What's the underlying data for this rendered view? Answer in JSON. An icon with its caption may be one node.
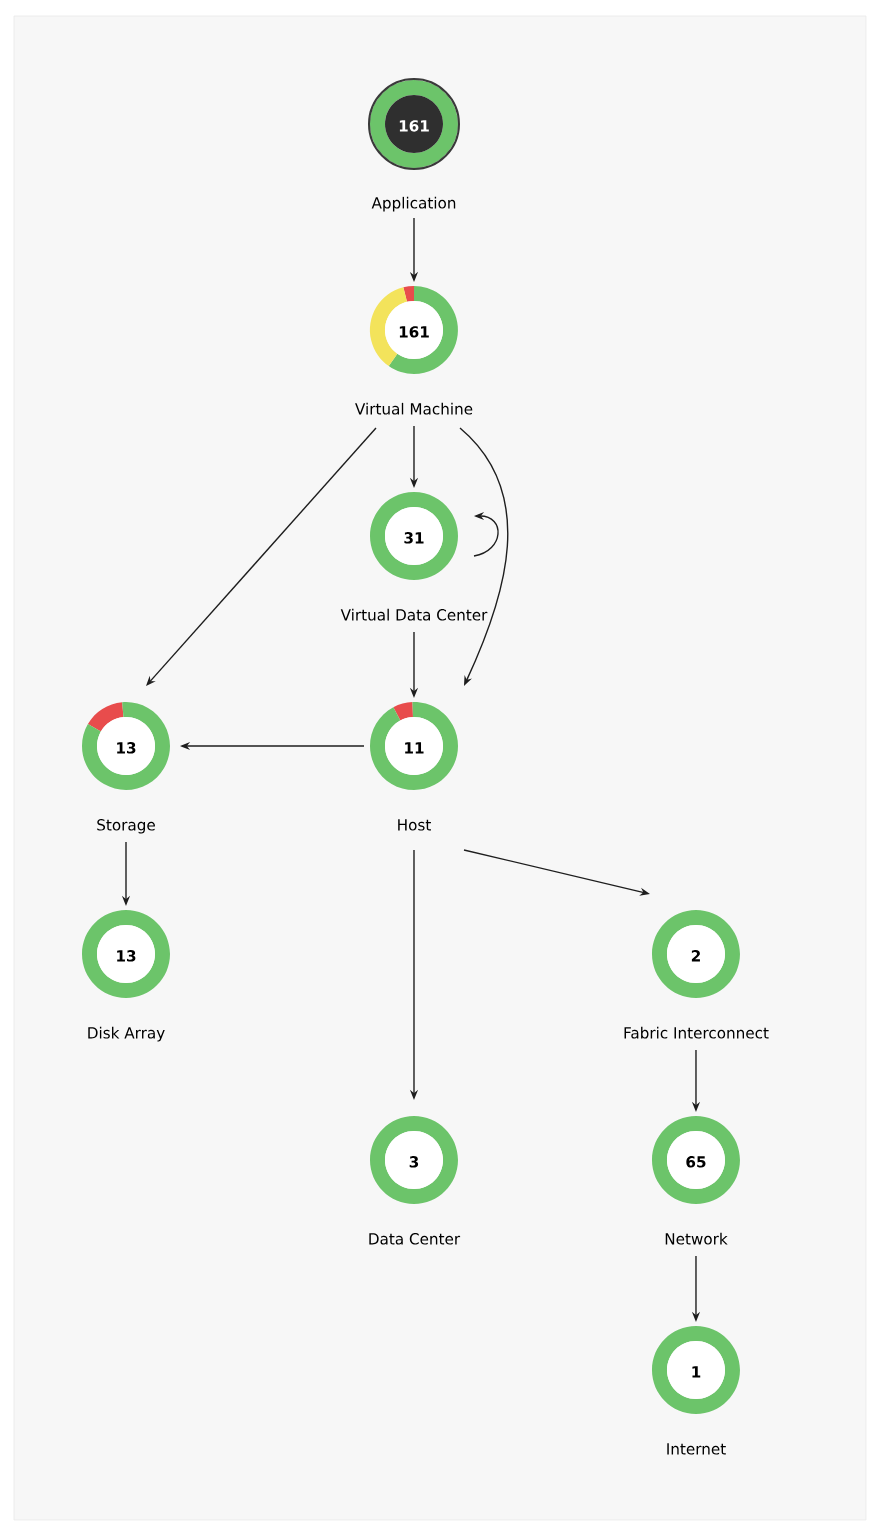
{
  "diagram": {
    "nodes": [
      {
        "text": [
          "161",
          "Application"
        ]
      },
      {
        "text": [
          "161",
          "Virtual Machine"
        ]
      },
      {
        "text": [
          "31",
          "Virtual Data Center"
        ]
      },
      {
        "text": [
          "13",
          "Storage"
        ]
      },
      {
        "text": [
          "11",
          "Host"
        ]
      },
      {
        "text": [
          "13",
          "Disk Array"
        ]
      },
      {
        "text": [
          "2",
          "Fabric Interconnect"
        ]
      },
      {
        "text": [
          "3",
          "Data Center"
        ]
      },
      {
        "text": [
          "65",
          "Network"
        ]
      },
      {
        "text": [
          "1",
          "Internet"
        ]
      }
    ],
    "edges": [
      {
        "from": 0,
        "to": 1,
        "arrow": "to"
      },
      {
        "from": 1,
        "to": 2,
        "arrow": "to"
      },
      {
        "from": 1,
        "to": 3,
        "arrow": "to"
      },
      {
        "from": 1,
        "to": 4,
        "arrow": "to"
      },
      {
        "from": 2,
        "to": 2,
        "arrow": "to"
      },
      {
        "from": 2,
        "to": 4,
        "arrow": "to"
      },
      {
        "from": 4,
        "to": 3,
        "arrow": "to"
      },
      {
        "from": 3,
        "to": 5,
        "arrow": "to"
      },
      {
        "from": 4,
        "to": 6,
        "arrow": "to"
      },
      {
        "from": 4,
        "to": 7,
        "arrow": "to"
      },
      {
        "from": 6,
        "to": 8,
        "arrow": "to"
      },
      {
        "from": 8,
        "to": 9,
        "arrow": "to"
      }
    ]
  }
}
